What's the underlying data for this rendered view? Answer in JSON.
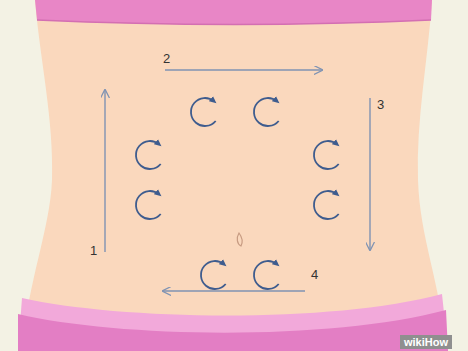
{
  "diagram": {
    "labels": [
      "2",
      "3",
      "1",
      "4",
      "wikiHow"
    ]
  }
}
